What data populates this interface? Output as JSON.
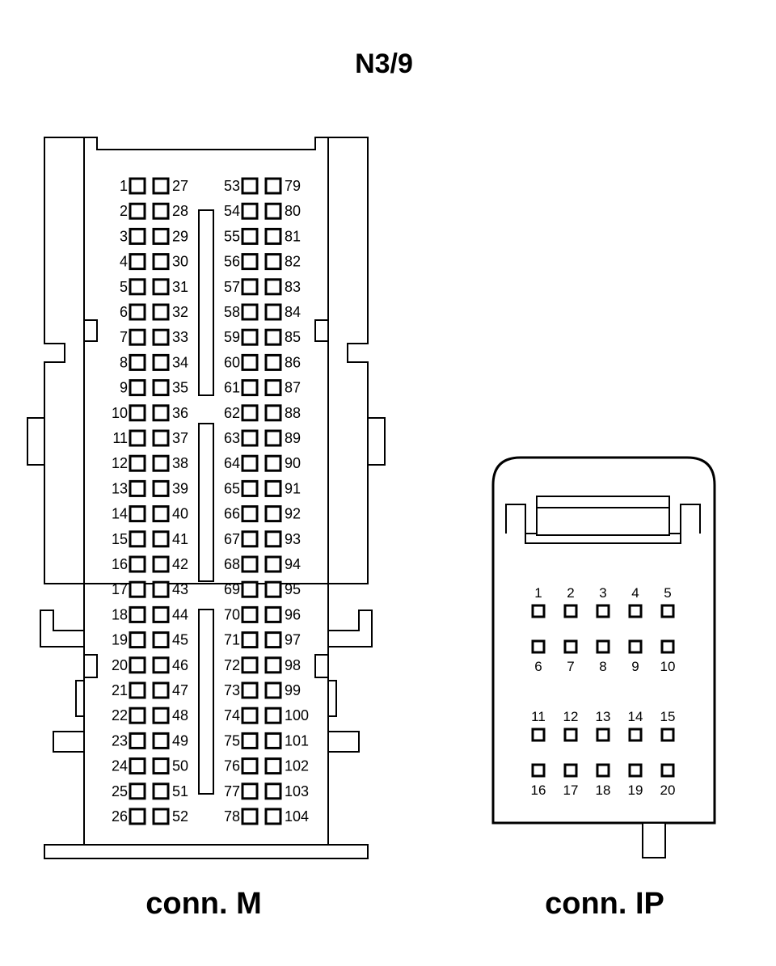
{
  "title": "N3/9",
  "connectors": [
    {
      "id": "M",
      "caption": "conn. M",
      "columns": [
        {
          "side": "left",
          "labels": [
            "1",
            "2",
            "3",
            "4",
            "5",
            "6",
            "7",
            "8",
            "9",
            "10",
            "11",
            "12",
            "13",
            "14",
            "15",
            "16",
            "17",
            "18",
            "19",
            "20",
            "21",
            "22",
            "23",
            "24",
            "25",
            "26"
          ]
        },
        {
          "side": "right",
          "labels": [
            "27",
            "28",
            "29",
            "30",
            "31",
            "32",
            "33",
            "34",
            "35",
            "36",
            "37",
            "38",
            "39",
            "40",
            "41",
            "42",
            "43",
            "44",
            "45",
            "46",
            "47",
            "48",
            "49",
            "50",
            "51",
            "52"
          ]
        },
        {
          "side": "left",
          "labels": [
            "53",
            "54",
            "55",
            "56",
            "57",
            "58",
            "59",
            "60",
            "61",
            "62",
            "63",
            "64",
            "65",
            "66",
            "67",
            "68",
            "69",
            "70",
            "71",
            "72",
            "73",
            "74",
            "75",
            "76",
            "77",
            "78"
          ]
        },
        {
          "side": "right",
          "labels": [
            "79",
            "80",
            "81",
            "82",
            "83",
            "84",
            "85",
            "86",
            "87",
            "88",
            "89",
            "90",
            "91",
            "92",
            "93",
            "94",
            "95",
            "96",
            "97",
            "98",
            "99",
            "100",
            "101",
            "102",
            "103",
            "104"
          ]
        }
      ]
    },
    {
      "id": "IP",
      "caption": "conn. IP",
      "rows": [
        {
          "label_pos": "above",
          "labels": [
            "1",
            "2",
            "3",
            "4",
            "5"
          ]
        },
        {
          "label_pos": "below",
          "labels": [
            "6",
            "7",
            "8",
            "9",
            "10"
          ]
        },
        {
          "label_pos": "above",
          "labels": [
            "11",
            "12",
            "13",
            "14",
            "15"
          ]
        },
        {
          "label_pos": "below",
          "labels": [
            "16",
            "17",
            "18",
            "19",
            "20"
          ]
        }
      ]
    }
  ]
}
